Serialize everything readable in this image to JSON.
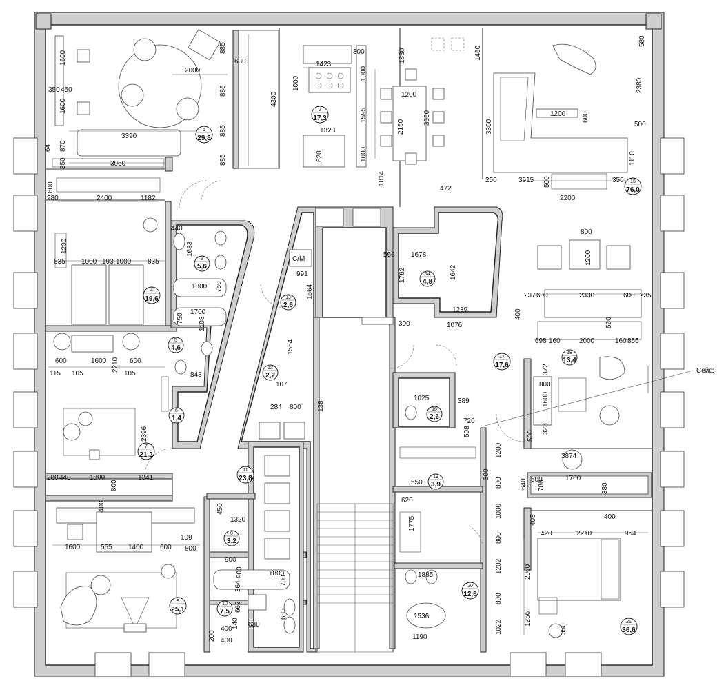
{
  "rooms": [
    {
      "number": "1",
      "area": "29,8"
    },
    {
      "number": "2",
      "area": "17,3"
    },
    {
      "number": "3",
      "area": "5,6"
    },
    {
      "number": "4",
      "area": "19,6"
    },
    {
      "number": "5",
      "area": "4,6"
    },
    {
      "number": "6",
      "area": "1,4"
    },
    {
      "number": "7",
      "area": "21,2"
    },
    {
      "number": "8",
      "area": "25,1"
    },
    {
      "number": "9",
      "area": "3,2"
    },
    {
      "number": "10",
      "area": "7,5"
    },
    {
      "number": "11",
      "area": "23,8"
    },
    {
      "number": "12",
      "area": "2,2"
    },
    {
      "number": "13",
      "area": "2,6"
    },
    {
      "number": "14",
      "area": "4,8"
    },
    {
      "number": "15",
      "area": "76,0"
    },
    {
      "number": "16",
      "area": "2,6"
    },
    {
      "number": "17",
      "area": "17,6"
    },
    {
      "number": "18",
      "area": "13,4"
    },
    {
      "number": "19",
      "area": "3,9"
    },
    {
      "number": "20",
      "area": "12,8"
    },
    {
      "number": "21",
      "area": "36,6"
    }
  ],
  "labels": {
    "safe": "Сейф",
    "service_shaft": "С/М"
  },
  "dimensions": [
    "1600",
    "1600",
    "350",
    "450",
    "2000",
    "885",
    "885",
    "885",
    "885",
    "630",
    "4300",
    "3390",
    "3060",
    "64",
    "870",
    "350",
    "1423",
    "1000",
    "300",
    "1000",
    "1323",
    "1595",
    "1000",
    "620",
    "1830",
    "1200",
    "2150",
    "3550",
    "1814",
    "1450",
    "3300",
    "1200",
    "600",
    "580",
    "2380",
    "500",
    "1110",
    "250",
    "3915",
    "500",
    "2200",
    "350",
    "600",
    "280",
    "2400",
    "1182",
    "1200",
    "835",
    "1000",
    "193",
    "1000",
    "835",
    "440",
    "1683",
    "1800",
    "750",
    "1700",
    "750",
    "1108",
    "600",
    "1600",
    "2210",
    "600",
    "115",
    "105",
    "105",
    "843",
    "2396",
    "280",
    "440",
    "1800",
    "1341",
    "800",
    "400",
    "1600",
    "555",
    "1400",
    "600",
    "800",
    "109",
    "1320",
    "450",
    "900",
    "900",
    "1800",
    "700",
    "662",
    "364",
    "630",
    "140",
    "683",
    "400",
    "200",
    "1554",
    "107",
    "284",
    "800",
    "138",
    "991",
    "1564",
    "566",
    "1678",
    "472",
    "1762",
    "1642",
    "300",
    "1239",
    "1076",
    "800",
    "1200",
    "237",
    "600",
    "2330",
    "600",
    "235",
    "400",
    "698",
    "160",
    "2000",
    "160",
    "856",
    "560",
    "372",
    "1600",
    "800",
    "500",
    "323",
    "3874",
    "500",
    "1700",
    "780",
    "380",
    "640",
    "389",
    "720",
    "508",
    "1025",
    "1200",
    "800",
    "300",
    "550",
    "1000",
    "800",
    "620",
    "1775",
    "1885",
    "1536",
    "1190",
    "1202",
    "800",
    "1022",
    "408",
    "420",
    "2210",
    "954",
    "400",
    "2000",
    "1256",
    "350",
    "400"
  ]
}
